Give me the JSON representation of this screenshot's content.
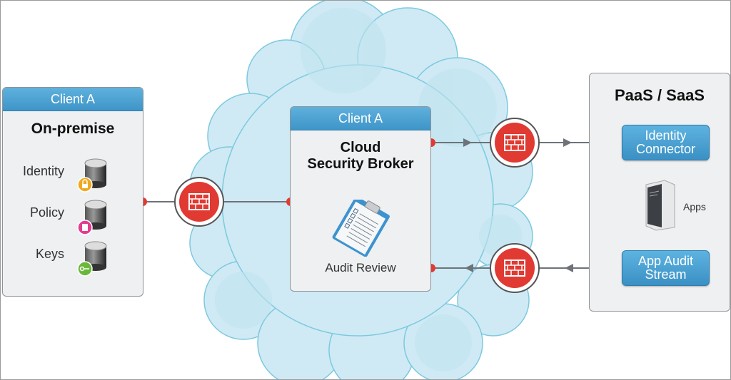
{
  "on_premise": {
    "header": "Client A",
    "title": "On-premise",
    "stores": [
      {
        "label": "Identity",
        "badge_icon": "lock-icon",
        "badge_color": "#f0a91e"
      },
      {
        "label": "Policy",
        "badge_icon": "document-icon",
        "badge_color": "#e23d93"
      },
      {
        "label": "Keys",
        "badge_icon": "key-icon",
        "badge_color": "#6bb73a"
      }
    ]
  },
  "broker": {
    "header": "Client A",
    "title_line1": "Cloud",
    "title_line2": "Security Broker",
    "audit_label": "Audit Review"
  },
  "cloud_services": {
    "title": "PaaS / SaaS",
    "identity_connector_line1": "Identity",
    "identity_connector_line2": "Connector",
    "apps_label": "Apps",
    "audit_stream_line1": "App Audit",
    "audit_stream_line2": "Stream"
  },
  "colors": {
    "accent_blue": "#3f95c8",
    "firewall_red": "#e03a32",
    "cloud_fill": "#cfeaf4",
    "cloud_stroke": "#7cc9df"
  }
}
